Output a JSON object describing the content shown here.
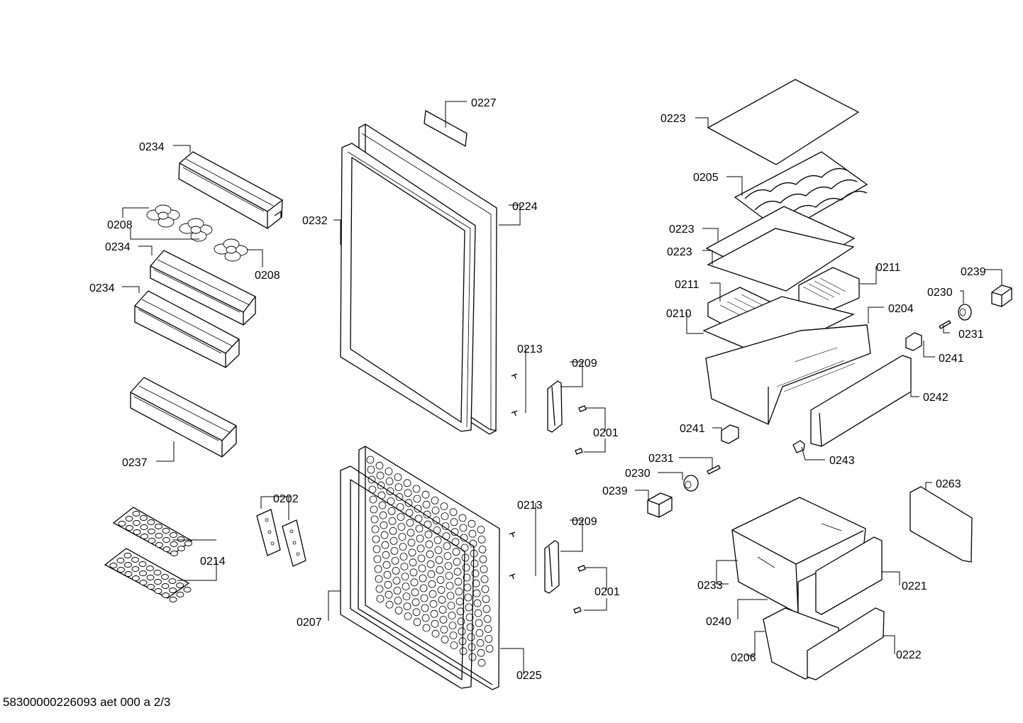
{
  "labels": {
    "l0227": "0227",
    "l0234a": "0234",
    "l0208a": "0208",
    "l0234b": "0234",
    "l0234c": "0234",
    "l0208b": "0208",
    "l0237": "0237",
    "l0214": "0214",
    "l0202": "0202",
    "l0232": "0232",
    "l0224": "0224",
    "l0213a": "0213",
    "l0209a": "0209",
    "l0201a": "0201",
    "l0207": "0207",
    "l0225": "0225",
    "l0213b": "0213",
    "l0209b": "0209",
    "l0201b": "0201",
    "l0223a": "0223",
    "l0205": "0205",
    "l0223b": "0223",
    "l0223c": "0223",
    "l0211a": "0211",
    "l0211b": "0211",
    "l0210": "0210",
    "l0204": "0204",
    "l0239a": "0239",
    "l0230a": "0230",
    "l0231a": "0231",
    "l0241a": "0241",
    "l0242": "0242",
    "l0241b": "0241",
    "l0243": "0243",
    "l0231b": "0231",
    "l0230b": "0230",
    "l0239b": "0239",
    "l0263": "0263",
    "l0233": "0233",
    "l0221": "0221",
    "l0240": "0240",
    "l0206": "0206",
    "l0222": "0222"
  },
  "footer": "58300000226093 aet 000 a 2/3"
}
